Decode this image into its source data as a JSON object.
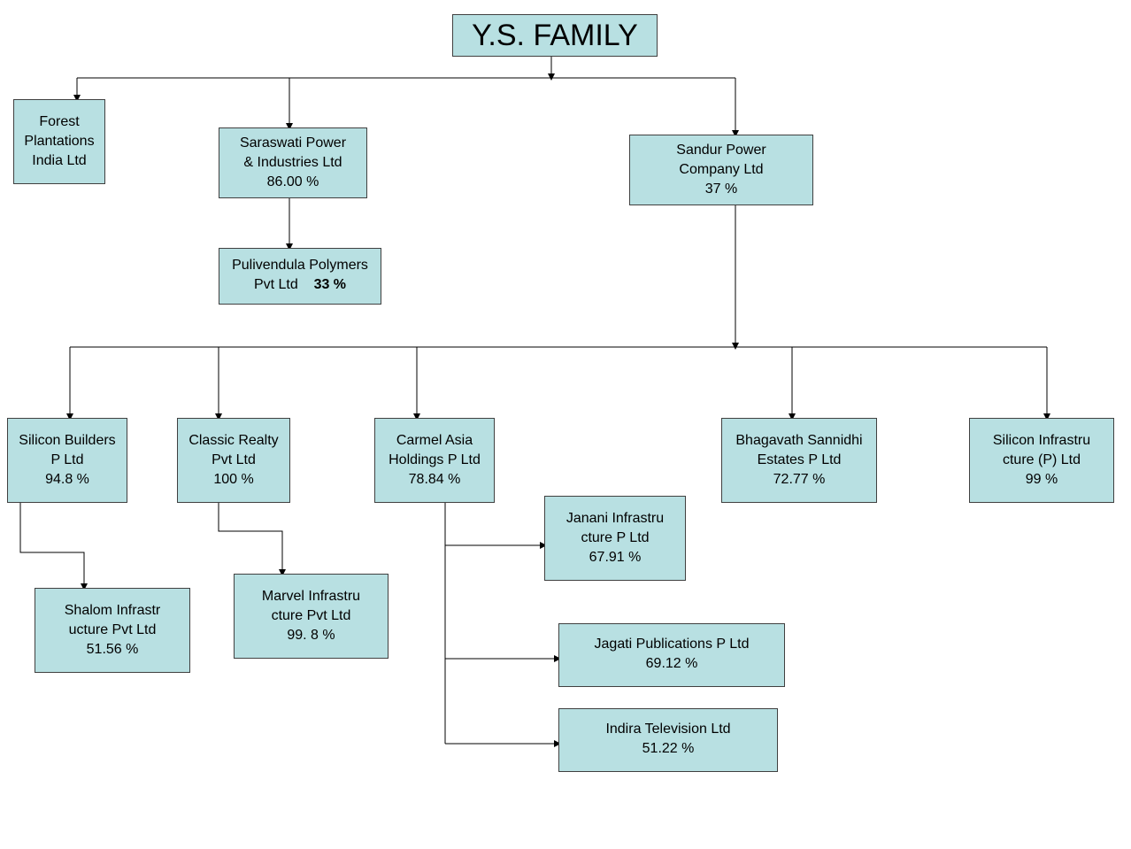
{
  "title": "Y.S. FAMILY",
  "nodes": {
    "forest": [
      "Forest",
      "Plantations",
      "India Ltd"
    ],
    "saraswati": [
      "Saraswati Power",
      "& Industries Ltd",
      "86.00 %"
    ],
    "sandur": [
      "Sandur Power",
      "Company Ltd",
      "37 %"
    ],
    "pulivendula": {
      "line1": "Pulivendula Polymers",
      "line2_name": "Pvt Ltd",
      "line2_pct": "33 %"
    },
    "silicon_builders": [
      "Silicon Builders",
      "P Ltd",
      "94.8 %"
    ],
    "classic": [
      "Classic Realty",
      "Pvt Ltd",
      "100 %"
    ],
    "carmel": [
      "Carmel Asia",
      "Holdings P Ltd",
      "78.84 %"
    ],
    "bhagavath": [
      "Bhagavath Sannidhi",
      "Estates P Ltd",
      "72.77 %"
    ],
    "silicon_infra": [
      "Silicon Infrastru",
      "cture (P) Ltd",
      "99 %"
    ],
    "janani": [
      "Janani Infrastru",
      "cture P Ltd",
      "67.91 %"
    ],
    "shalom": [
      "Shalom Infrastr",
      "ucture Pvt Ltd",
      "51.56 %"
    ],
    "marvel": [
      "Marvel Infrastru",
      "cture Pvt Ltd",
      "99. 8 %"
    ],
    "jagati": [
      "Jagati Publications P Ltd",
      "69.12 %"
    ],
    "indira": [
      "Indira Television Ltd",
      "51.22 %"
    ]
  },
  "colors": {
    "box_fill": "#b8e0e2",
    "box_border": "#404040",
    "connector": "#000000"
  }
}
